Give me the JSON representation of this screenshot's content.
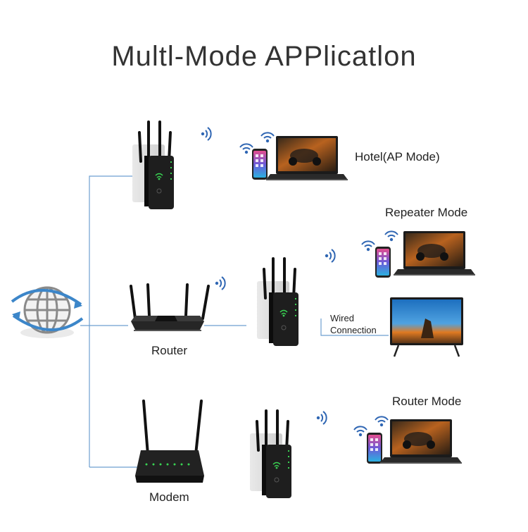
{
  "title": "Multl-Mode APPlicatlon",
  "labels": {
    "hotel": "Hotel(AP Mode)",
    "repeater": "Repeater Mode",
    "router_mode": "Router Mode",
    "router": "Router",
    "modem": "Modem",
    "wired_line1": "Wired",
    "wired_line2": "Connection"
  },
  "colors": {
    "connector": "#6d9fd0",
    "device": "#1d1d1d",
    "wifi": "#2f66b3",
    "led": "#39d353",
    "globe": "#8a8a8a",
    "arrow": "#3c86c9"
  },
  "icons": [
    "globe-icon",
    "extender-icon",
    "router-icon",
    "modem-icon",
    "laptop-icon",
    "phone-icon",
    "tv-icon",
    "wifi-icon"
  ]
}
